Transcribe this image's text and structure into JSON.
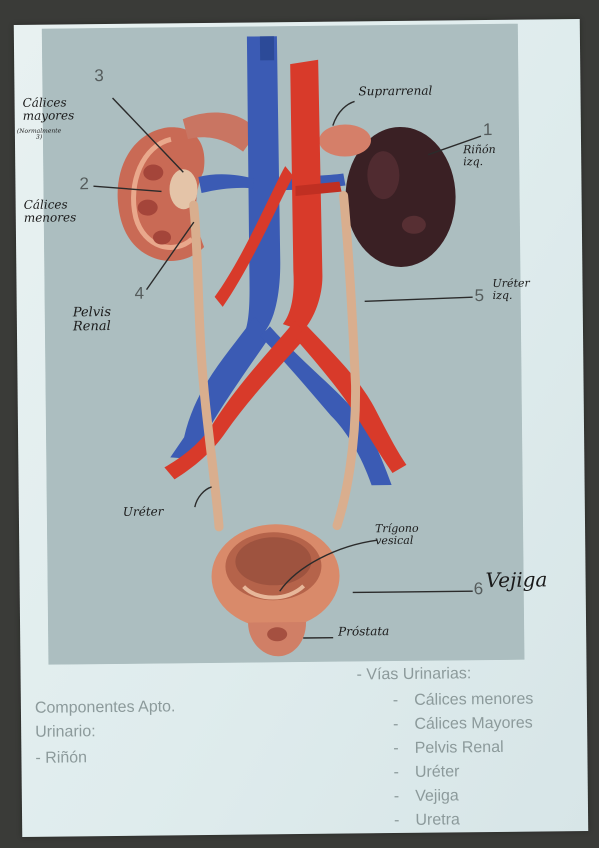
{
  "diagram_numbers": {
    "n1": "1",
    "n2": "2",
    "n3": "3",
    "n4": "4",
    "n5": "5",
    "n6": "6"
  },
  "handwritten": {
    "calices_mayores": "Cálices\nmayores",
    "calices_mayores_note": "(Normalmente\n3)",
    "calices_menores": "Cálices\nmenores",
    "suprarrenal": "Suprarrenal",
    "rinon_izq": "Riñón\nizq.",
    "pelvis_renal": "Pelvis\nRenal",
    "ureter_izq": "Uréter\nizq.",
    "ureter": "Uréter",
    "trigono_vesical": "Trígono\nvesical",
    "vejiga": "Vejiga",
    "prostata": "Próstata"
  },
  "slide_left": {
    "title_line1": "Componentes Apto.",
    "title_line2": "Urinario:",
    "item1": "-   Riñón"
  },
  "slide_right": {
    "header": "-   Vías Urinarias:",
    "items": [
      "Cálices menores",
      "Cálices Mayores",
      "Pelvis Renal",
      "Uréter",
      "Vejiga",
      "Uretra"
    ]
  },
  "colors": {
    "vein_blue": "#3b5bb4",
    "artery_red": "#d83a2a",
    "kidney_dark": "#3a2024",
    "kidney_cut": "#c96a55",
    "ureter_tan": "#d9ae8e",
    "bladder": "#d98a6a",
    "model_bg": "#b3c5c6"
  }
}
